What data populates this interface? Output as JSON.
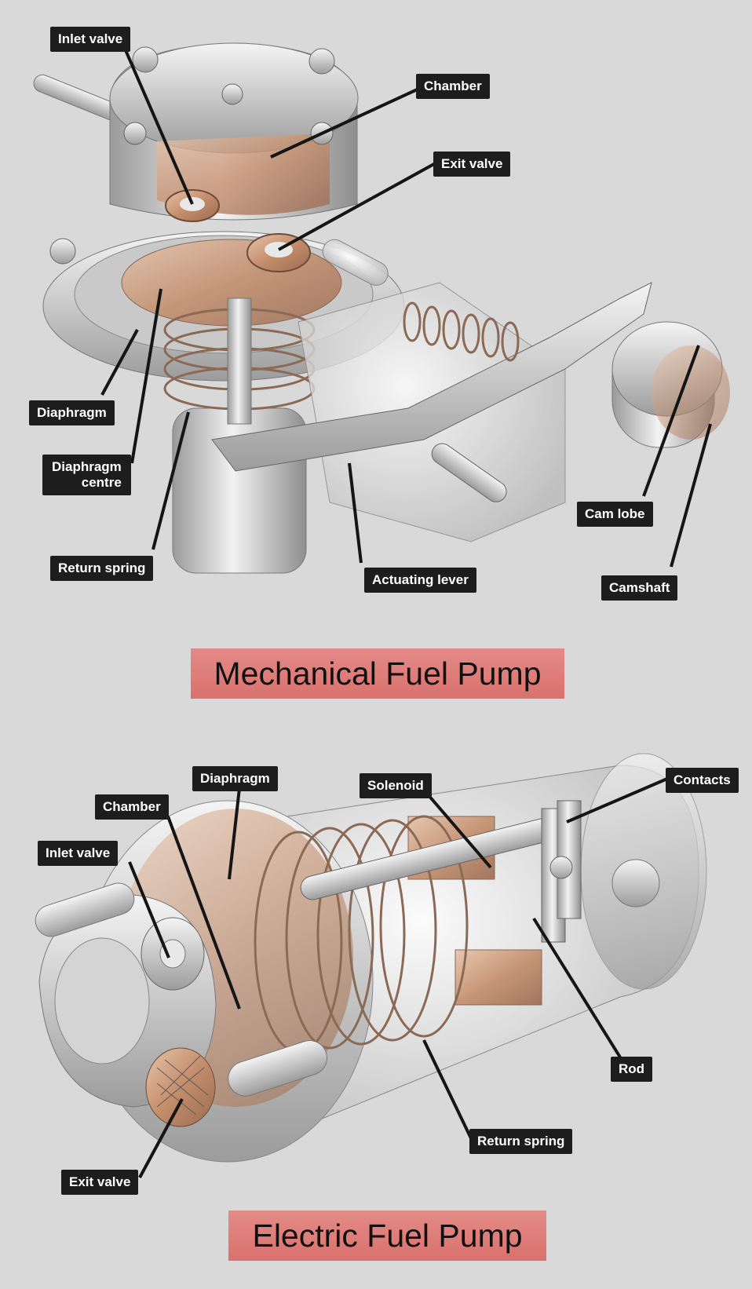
{
  "diagrams": [
    {
      "title": "Mechanical Fuel Pump",
      "labels": {
        "inlet_valve": "Inlet valve",
        "chamber": "Chamber",
        "exit_valve": "Exit valve",
        "diaphragm": "Diaphragm",
        "diaphragm_centre_1": "Diaphragm",
        "diaphragm_centre_2": "centre",
        "return_spring": "Return spring",
        "actuating_lever": "Actuating lever",
        "cam_lobe": "Cam lobe",
        "camshaft": "Camshaft"
      }
    },
    {
      "title": "Electric Fuel Pump",
      "labels": {
        "diaphragm": "Diaphragm",
        "solenoid": "Solenoid",
        "contacts": "Contacts",
        "chamber": "Chamber",
        "inlet_valve": "Inlet valve",
        "rod": "Rod",
        "return_spring": "Return spring",
        "exit_valve": "Exit valve"
      }
    }
  ],
  "colors": {
    "background": "#d9d9d9",
    "label_bg": "#1d1d1d",
    "label_text": "#ffffff",
    "title_bg": "#dc7b77",
    "metal": "#bdbdbd",
    "copper": "#c99a7c"
  }
}
